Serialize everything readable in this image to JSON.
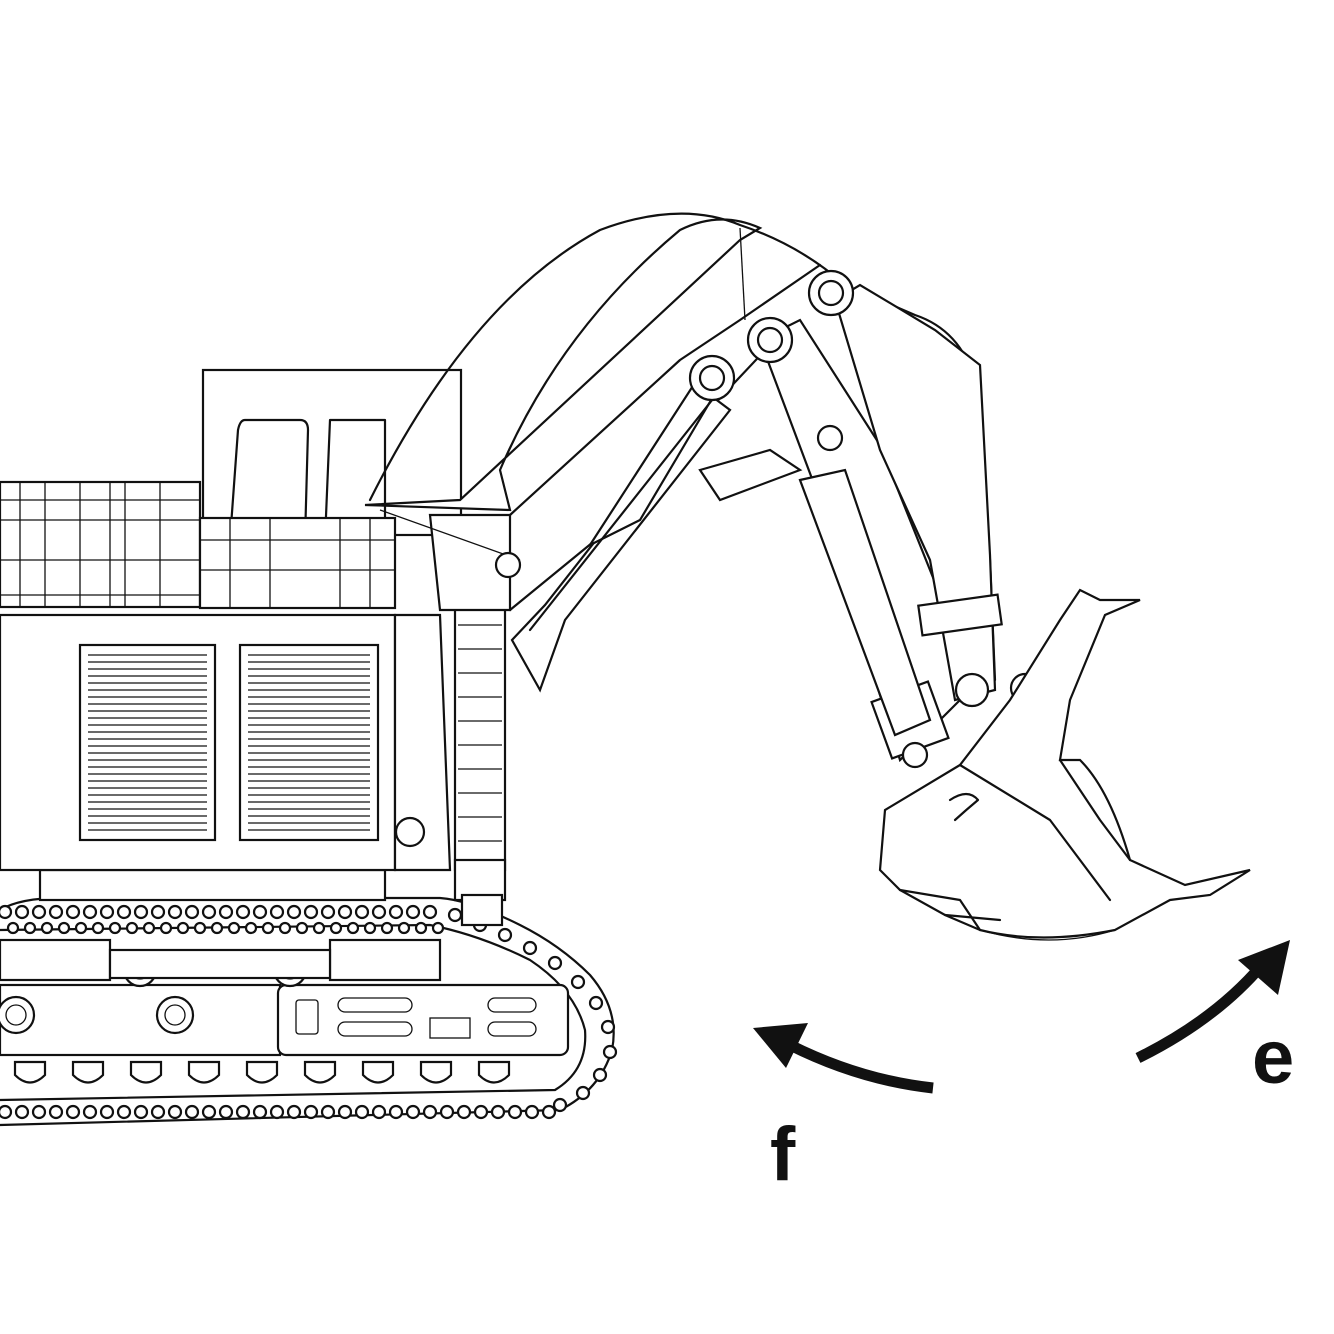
{
  "diagram": {
    "title": "",
    "subject_icon": "hydraulic-face-shovel-excavator",
    "colors": {
      "line": "#111111",
      "background": "#ffffff"
    },
    "motions": [
      {
        "id": "f",
        "label": "f",
        "arrow_direction": "counter-clockwise"
      },
      {
        "id": "e",
        "label": "e",
        "arrow_direction": "clockwise"
      }
    ]
  }
}
